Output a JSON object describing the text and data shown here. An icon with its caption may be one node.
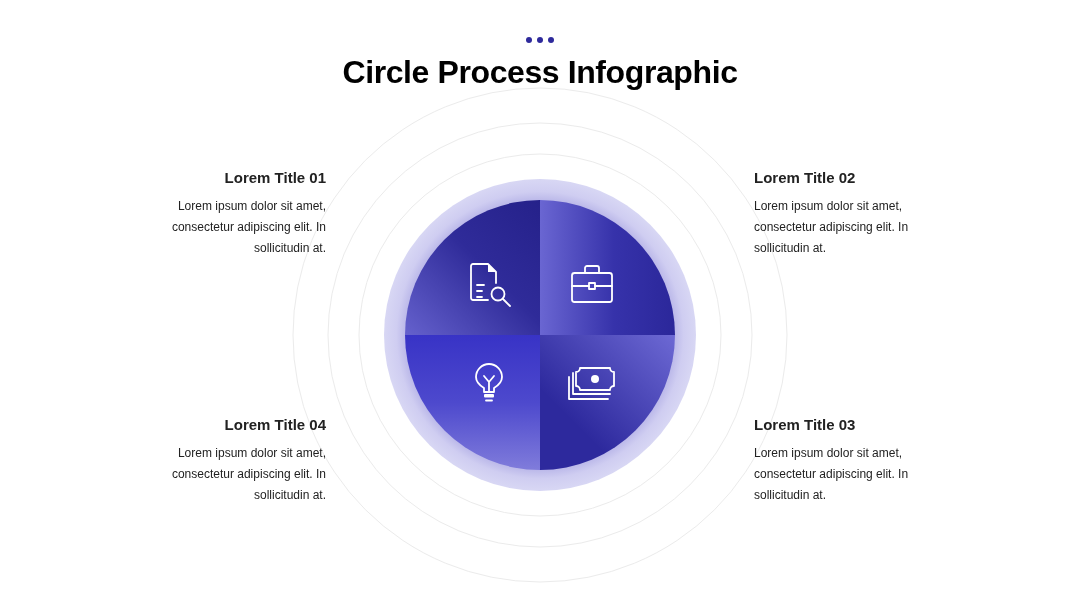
{
  "diagram": {
    "title": "Circle Process Infographic",
    "labels": [
      "Lorem Title 01",
      "Lorem ipsum dolor sit amet, consectetur adipiscing elit. In sollicitudin at.",
      "Lorem Title 02",
      "Lorem ipsum dolor sit amet, consectetur adipiscing elit. In sollicitudin at.",
      "Lorem Title 04",
      "Lorem ipsum dolor sit amet, consectetur adipiscing elit. In sollicitudin at.",
      "Lorem Title 03",
      "Lorem ipsum dolor sit amet, consectetur adipiscing elit. In sollicitudin at."
    ]
  }
}
